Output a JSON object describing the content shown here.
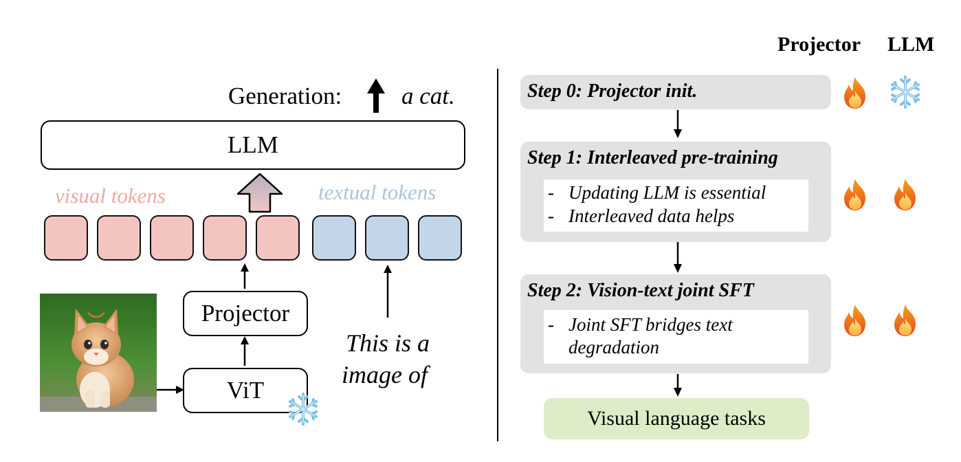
{
  "left": {
    "generation_label": "Generation:",
    "output_text": "a cat.",
    "llm_label": "LLM",
    "visual_tokens_label": "visual tokens",
    "textual_tokens_label": "textual tokens",
    "projector_label": "Projector",
    "vit_label": "ViT",
    "input_text_line1": "This is a",
    "input_text_line2": "image of",
    "visual_token_count": 5,
    "textual_token_count": 3
  },
  "right": {
    "header_projector": "Projector",
    "header_llm": "LLM",
    "steps": [
      {
        "title": "Step 0: Projector init.",
        "bullets": [],
        "projector_icon": "fire-icon",
        "llm_icon": "snowflake-icon"
      },
      {
        "title": "Step 1: Interleaved pre-training",
        "bullets": [
          "Updating LLM is essential",
          "Interleaved data helps"
        ],
        "projector_icon": "fire-icon",
        "llm_icon": "fire-icon"
      },
      {
        "title": "Step 2: Vision-text joint SFT",
        "bullets": [
          "Joint SFT bridges text",
          "degradation"
        ],
        "projector_icon": "fire-icon",
        "llm_icon": "fire-icon"
      }
    ],
    "final_task": "Visual language tasks"
  },
  "colors": {
    "visual_token": "#f3c4c0",
    "textual_token": "#c3d5e8",
    "visual_label": "#eea9a3",
    "textual_label": "#a8c3df",
    "step_bg": "#e2e2e2",
    "final_bg": "#dcedc8"
  }
}
